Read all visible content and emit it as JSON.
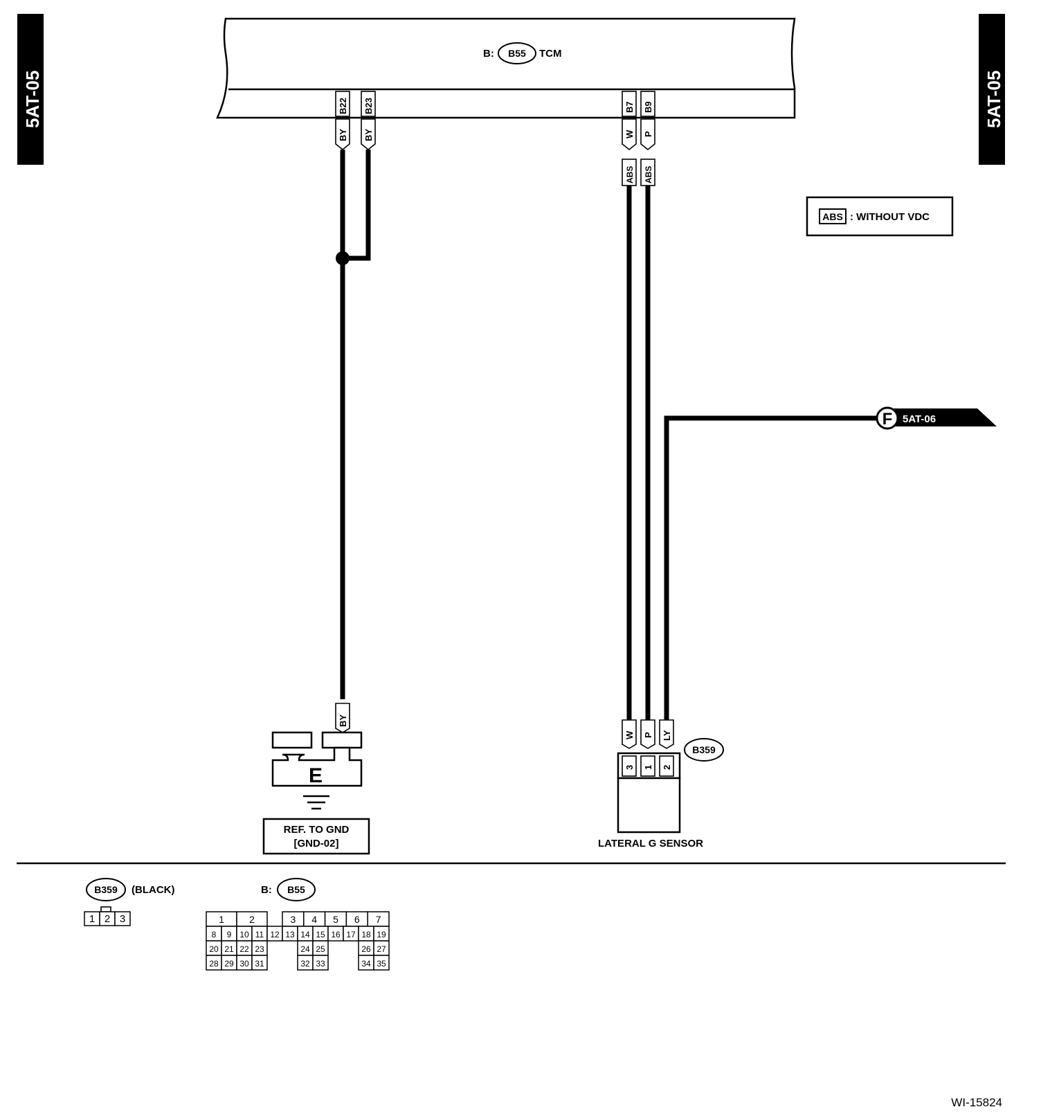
{
  "side_tabs": {
    "left": "5AT-05",
    "right": "5AT-05"
  },
  "tcm": {
    "prefix": "B:",
    "connector": "B55",
    "name": "TCM"
  },
  "pins": {
    "b22": {
      "pin": "B22",
      "wire": "BY"
    },
    "b23": {
      "pin": "B23",
      "wire": "BY"
    },
    "b7": {
      "pin": "B7",
      "wire": "W",
      "abs": "ABS"
    },
    "b9": {
      "pin": "B9",
      "wire": "P",
      "abs": "ABS"
    }
  },
  "legend": {
    "tag": "ABS",
    "text": ": WITHOUT VDC"
  },
  "connector_ref": {
    "letter": "F",
    "label": "5AT-06"
  },
  "ground": {
    "wire": "BY",
    "letter": "E",
    "label_line1": "REF. TO GND",
    "label_line2": "[GND-02]"
  },
  "sensor": {
    "connector": "B359",
    "name": "LATERAL G SENSOR",
    "wires": [
      "W",
      "P",
      "LY"
    ],
    "terminals": [
      "3",
      "1",
      "2"
    ]
  },
  "bottom": {
    "b359": {
      "connector": "B359",
      "color": "(BLACK)",
      "pins": [
        "1",
        "2",
        "3"
      ]
    },
    "b55": {
      "prefix": "B:",
      "connector": "B55",
      "row1": [
        "1",
        "2",
        "3",
        "4",
        "5",
        "6",
        "7"
      ],
      "row2": [
        "8",
        "9",
        "10",
        "11",
        "12",
        "13",
        "14",
        "15",
        "16",
        "17",
        "18",
        "19"
      ],
      "row3": [
        "20",
        "21",
        "22",
        "23",
        "24",
        "25",
        "26",
        "27"
      ],
      "row4": [
        "28",
        "29",
        "30",
        "31",
        "32",
        "33",
        "34",
        "35"
      ]
    }
  },
  "figure_id": "WI-15824"
}
